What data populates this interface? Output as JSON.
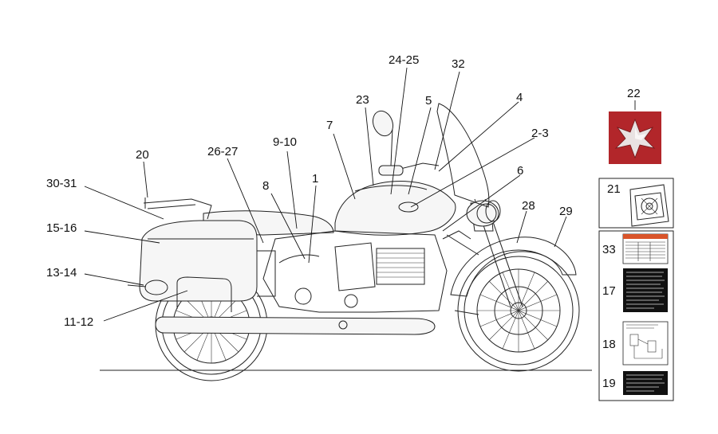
{
  "callouts": {
    "c20": "20",
    "c30_31": "30-31",
    "c15_16": "15-16",
    "c13_14": "13-14",
    "c11_12": "11-12",
    "c26_27": "26-27",
    "c9_10": "9-10",
    "c8": "8",
    "c1": "1",
    "c7": "7",
    "c23": "23",
    "c24_25": "24-25",
    "c32": "32",
    "c5": "5",
    "c4": "4",
    "c2_3": "2-3",
    "c6": "6",
    "c28": "28",
    "c29": "29"
  },
  "side_panels": {
    "p22": "22",
    "p21": "21",
    "p33": "33",
    "p17": "17",
    "p18": "18",
    "p19": "19"
  },
  "colors": {
    "emblem_red": "#b2262a",
    "decal_orange": "#d9542a",
    "decal_dark": "#111111"
  }
}
